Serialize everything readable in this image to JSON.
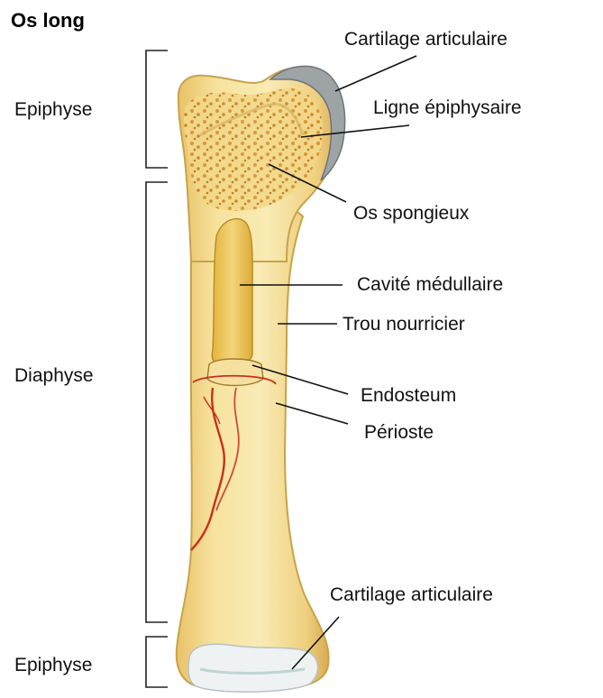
{
  "title": "Os long",
  "regions": {
    "epiphysis_top": "Epiphyse",
    "diaphysis": "Diaphyse",
    "epiphysis_bottom": "Epiphyse"
  },
  "labels": {
    "cartilage_top": "Cartilage articulaire",
    "epiphyseal_line": "Ligne épiphysaire",
    "spongy_bone": "Os spongieux",
    "medullary_cavity": "Cavité médullaire",
    "nutrient_foramen": "Trou nourricier",
    "endosteum": "Endosteum",
    "periosteum": "Périoste",
    "cartilage_bottom": "Cartilage articulaire"
  },
  "colors": {
    "bone_fill": "#f3d98a",
    "bone_outline": "#c9a24a",
    "spongy_dots": "#d98a2a",
    "marrow": "#e9c34c",
    "vessel_red": "#c8301c",
    "cartilage_grey": "#9ea3a6",
    "cartilage_white": "#eef2f3"
  }
}
